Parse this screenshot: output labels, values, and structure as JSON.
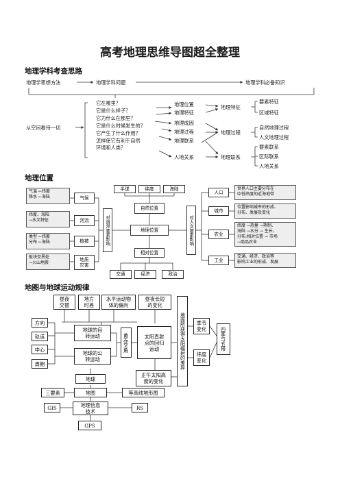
{
  "title": "高考地理思维导图超全整理",
  "section1": {
    "heading": "地理学科考查思路",
    "top": [
      "地理学思想方法",
      "地理学科问题",
      "地理学科必备知识"
    ],
    "start": "从空间看待一切",
    "questions": [
      "它在哪里？",
      "它是什么样子？",
      "它为什么在那里？",
      "它是什么时候发生的？",
      "它产生了什么作用？",
      "怎样使它有利于自然",
      "环境和人类？"
    ],
    "mid": [
      "地理位置",
      "地理特征",
      "地理成因",
      "地理过程",
      "地理联系",
      "人地关系"
    ],
    "right": [
      "地理特征",
      "地理过程",
      "地理联系"
    ],
    "knowledge": [
      "要素特征",
      "区域特征",
      "自然地理过程",
      "人文地理过程",
      "要素联系",
      "区际联系",
      "人地关系"
    ]
  },
  "section2": {
    "heading": "地理位置",
    "left_factors": [
      {
        "desc": "气温 ←纬度|降水 ←海陆",
        "label": "气候"
      },
      {
        "desc": "纬度、海陆|→水文特征",
        "label": "河流"
      },
      {
        "desc": "类型 ←纬度|分布 ←海陆",
        "label": "植被"
      },
      {
        "desc": "板块交界处|→火山地震",
        "label": "地质|灾害"
      }
    ],
    "natural_label": "对自然要素影响",
    "top_boxes": [
      "半球",
      "纬度",
      "海陆"
    ],
    "natural_pos": "自然位置",
    "center": "地理位置",
    "relative_pos": "相对位置",
    "bottom_boxes": [
      "交通",
      "经济",
      "政治"
    ],
    "human_label": "对人文要素影响",
    "human_factors": [
      {
        "label": "人口",
        "desc": "世界人口主要分布在|中低纬度的近海地带"
      },
      {
        "label": "城市",
        "desc": "位置影响城市的形成、|分布、发展及变化"
      },
      {
        "label": "农业",
        "desc": "纬度 →热量 →熟制、|海陆 →水分 → 生长、|分布;相对位置 → 市场|→商品农业"
      },
      {
        "label": "工业",
        "desc": "交通、经济、政治等|影响工业的形成、发展"
      }
    ]
  },
  "section3": {
    "heading": "地图与地球运动规律",
    "top_boxes": [
      "昼夜|交替",
      "地方|时差",
      "水平运动物|体的偏向",
      "昼夜长短|的变化"
    ],
    "left_items": [
      "方向",
      "轨道",
      "中心",
      "周期"
    ],
    "rotation": "地球的自|转运动",
    "revolution": "地球的公|转运动",
    "earth": "地球",
    "obliquity": "黄赤交角",
    "sun_point": "太阳直射|点的回归|运动",
    "noon": "正午太阳高|度的变化",
    "radiation": "地面所获得太阳辐射的差异",
    "season": "季节|变化",
    "latitude": "纬度|变化",
    "zones": "四季与五带",
    "map_row": [
      "三要素",
      "地图",
      "等高线地形图"
    ],
    "tech_row": [
      "GIS",
      "地理信息|技术",
      "RS"
    ],
    "gps": "GPS"
  }
}
